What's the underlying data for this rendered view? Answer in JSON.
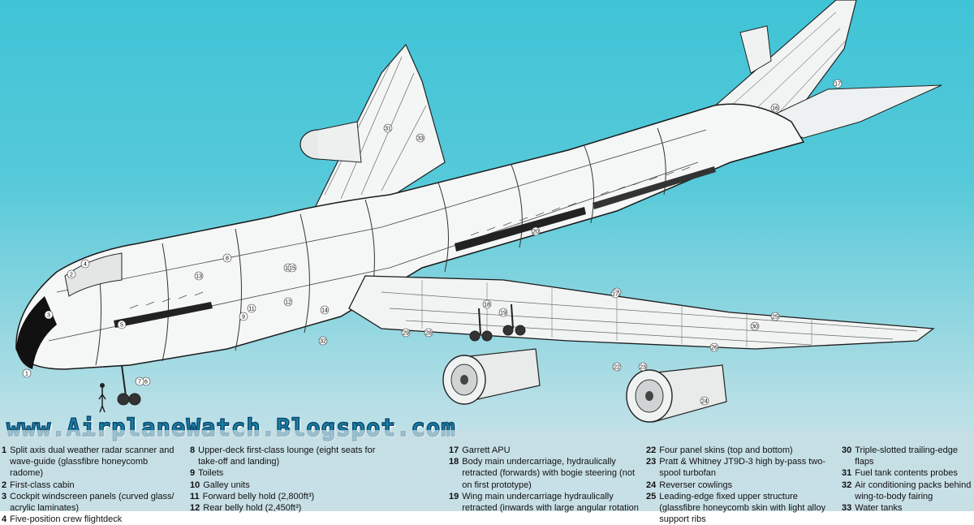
{
  "watermark": "www.AirplaneWatch.Blogspot.com",
  "callout_numbers": [
    "1",
    "2",
    "3",
    "4",
    "5",
    "6",
    "7",
    "8",
    "9",
    "10",
    "11",
    "12",
    "13",
    "14",
    "15",
    "16",
    "17",
    "18",
    "19",
    "20",
    "21",
    "22",
    "23",
    "24",
    "25",
    "26",
    "27",
    "28",
    "29",
    "30",
    "31",
    "32",
    "33"
  ],
  "legend": {
    "col1": [
      {
        "n": "1",
        "t": "Split axis dual weather radar scanner and wave-guide (glassfibre honeycomb radome)"
      },
      {
        "n": "2",
        "t": "First-class cabin"
      },
      {
        "n": "3",
        "t": "Cockpit windscreen panels (curved glass/ acrylic laminates)"
      },
      {
        "n": "4",
        "t": "Five-position crew flightdeck"
      }
    ],
    "col2": [
      {
        "n": "8",
        "t": "Upper-deck first-class lounge (eight seats for take-off and landing)"
      },
      {
        "n": "9",
        "t": "Toilets"
      },
      {
        "n": "10",
        "t": "Galley units"
      },
      {
        "n": "11",
        "t": "Forward belly hold (2,800ft³)"
      },
      {
        "n": "12",
        "t": "Rear belly hold (2,450ft³)"
      }
    ],
    "col3": [
      {
        "n": "17",
        "t": "Garrett APU"
      },
      {
        "n": "18",
        "t": "Body main undercarriage, hydraulically retracted (forwards) with bogie steering (not on first prototype)"
      },
      {
        "n": "19",
        "t": "Wing main undercarriage hydraulically retracted (inwards with large angular rotation"
      }
    ],
    "col4": [
      {
        "n": "22",
        "t": "Four panel skins (top and bottom)"
      },
      {
        "n": "23",
        "t": "Pratt & Whitney JT9D-3 high by-pass two-spool turbofan"
      },
      {
        "n": "24",
        "t": "Reverser cowlings"
      },
      {
        "n": "25",
        "t": "Leading-edge fixed upper structure (glassfibre honeycomb skin with light alloy support ribs"
      }
    ],
    "col5": [
      {
        "n": "30",
        "t": "Triple-slotted trailing-edge flaps"
      },
      {
        "n": "31",
        "t": "Fuel tank contents probes"
      },
      {
        "n": "32",
        "t": "Air conditioning packs behind wing-to-body fairing"
      },
      {
        "n": "33",
        "t": "Water tanks"
      }
    ]
  }
}
